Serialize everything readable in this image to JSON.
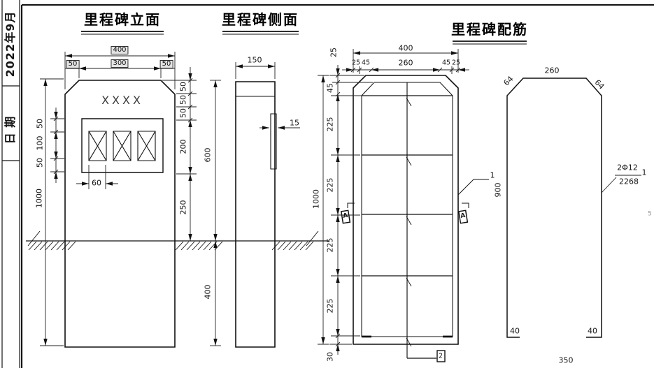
{
  "sidebar": {
    "date": "2022年9月",
    "field": "日 期"
  },
  "front": {
    "title": "里程碑立面",
    "placeholder": "XXXX",
    "dims": {
      "w400": "400",
      "w300": "300",
      "m50l": "50",
      "m50r": "50",
      "rc50a": "50",
      "rc50b": "50",
      "rc50c": "50",
      "rc200": "200",
      "rc250": "250",
      "h600": "600",
      "hb400": "400",
      "h1000": "1000",
      "lc50a": "50",
      "lc100": "100",
      "lc50b": "50",
      "d60": "60"
    }
  },
  "side": {
    "title": "里程碑侧面",
    "dims": {
      "w150": "150",
      "t15": "15"
    }
  },
  "rebar": {
    "title": "里程碑配筋",
    "dims": {
      "w400": "400",
      "t25l": "25",
      "t45l": "45",
      "t260": "260",
      "t45r": "45",
      "t25r": "25",
      "l25": "25",
      "l45": "45",
      "l225a": "225",
      "l225b": "225",
      "l225c": "225",
      "l225d": "225",
      "l30": "30",
      "h1000": "1000"
    },
    "marks": {
      "section_left": "A",
      "section_right": "A",
      "bar_bottom": "2",
      "bar_leader": "1"
    }
  },
  "bar_detail": {
    "dims": {
      "c64l": "64",
      "w260": "260",
      "c64r": "64",
      "h900": "900",
      "hook40l": "40",
      "hook40r": "40",
      "w350": "350"
    },
    "callout": {
      "spec": "2Φ12",
      "length": "2268",
      "mark": "1"
    }
  },
  "edge": {
    "partial": "5"
  }
}
